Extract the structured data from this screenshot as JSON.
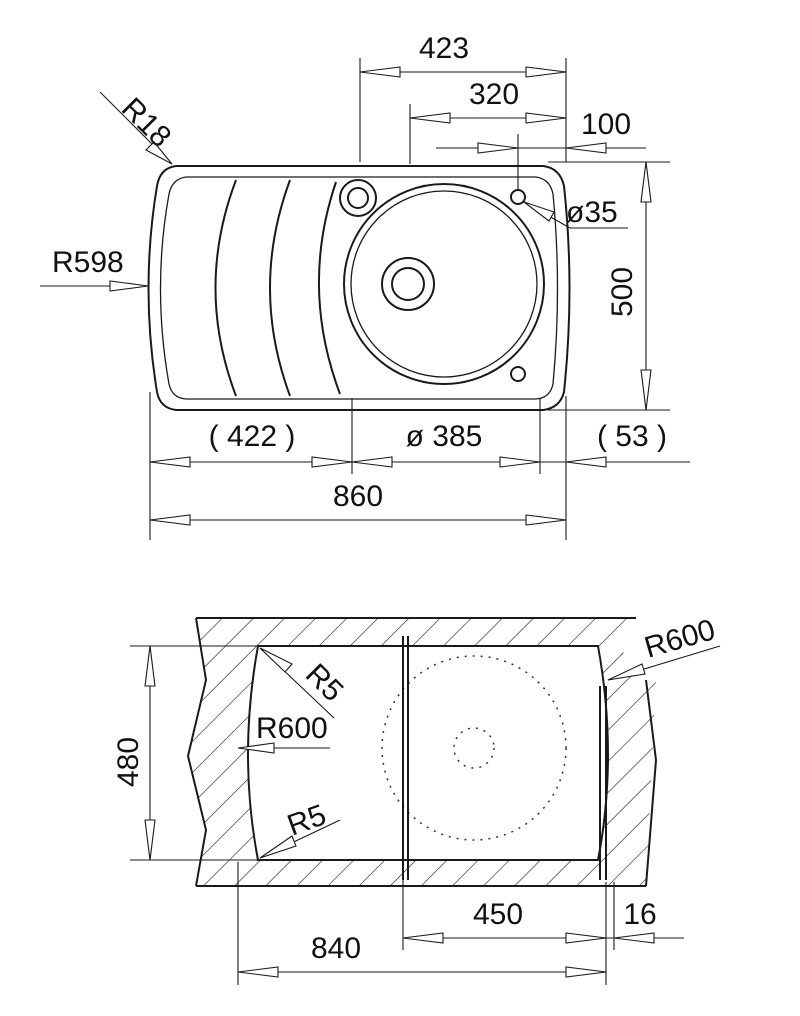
{
  "top_view": {
    "labels": {
      "d423": "423",
      "d320": "320",
      "d100": "100",
      "r18": "R18",
      "r598": "R598",
      "d35": "ø35",
      "d500": "500",
      "d422": "( 422 )",
      "d385": "ø 385",
      "d53": "( 53 )",
      "d860": "860"
    }
  },
  "section_view": {
    "labels": {
      "r600_right": "R600",
      "r5_top": "R5",
      "r600_left": "R600",
      "r5_bottom": "R5",
      "d480": "480",
      "d450": "450",
      "d16": "16",
      "d840": "840"
    }
  }
}
